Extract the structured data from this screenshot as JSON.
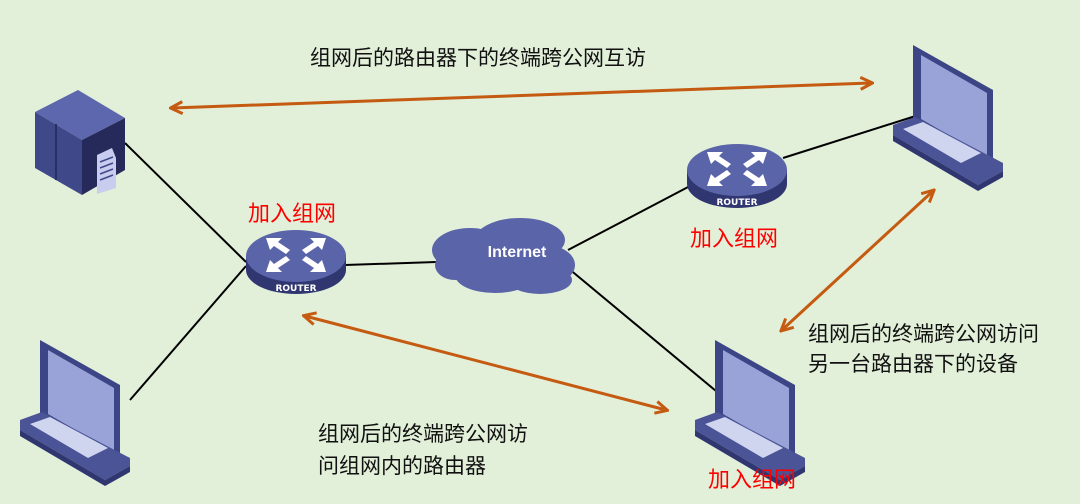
{
  "colors": {
    "background": "#e2efd9",
    "arrow": "#c55a11",
    "device": "#4a5496",
    "join_label": "#ff0000"
  },
  "labels": {
    "top_caption": "组网后的路由器下的终端跨公网互访",
    "right_caption_line1": "组网后的终端跨公网访问",
    "right_caption_line2": "另一台路由器下的设备",
    "bottom_caption_line1": "组网后的终端跨公网访",
    "bottom_caption_line2": "问组网内的路由器",
    "join_network": "加入组网",
    "router": "ROUTER",
    "internet": "Internet"
  },
  "nodes": [
    {
      "id": "server",
      "icon": "server-icon"
    },
    {
      "id": "router-left",
      "icon": "router-icon"
    },
    {
      "id": "router-right",
      "icon": "router-icon"
    },
    {
      "id": "internet",
      "icon": "cloud-icon"
    },
    {
      "id": "laptop-top-right",
      "icon": "laptop-icon"
    },
    {
      "id": "laptop-bottom-left",
      "icon": "laptop-icon"
    },
    {
      "id": "laptop-bottom-middle",
      "icon": "laptop-icon"
    }
  ]
}
